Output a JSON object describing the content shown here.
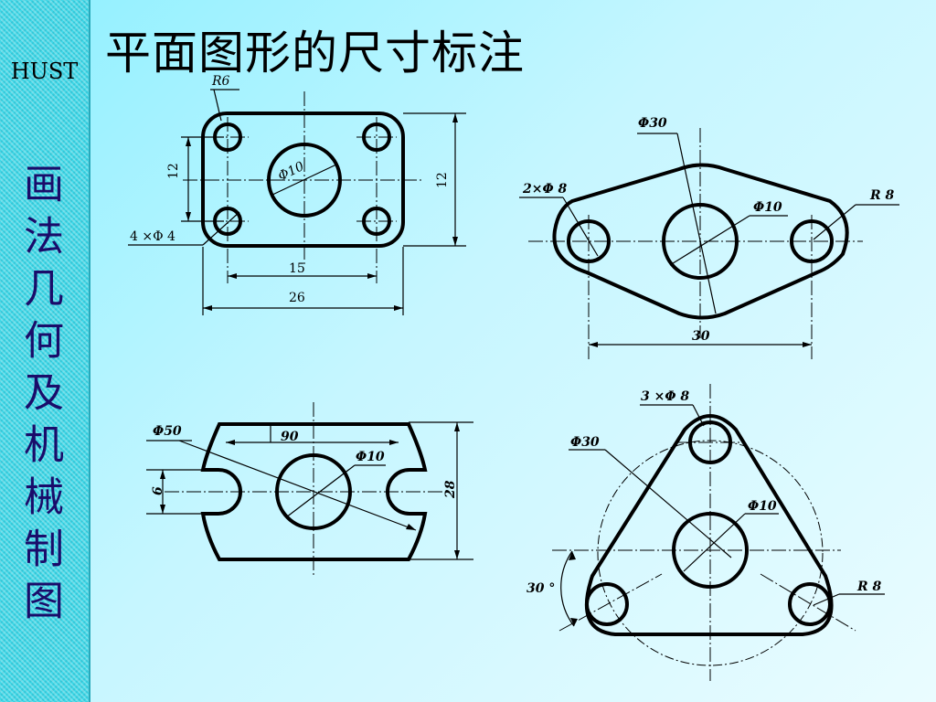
{
  "sidebar": {
    "logo_text": "HUST",
    "course_title": "画法几何及机械制图"
  },
  "slide": {
    "title": "平面图形的尺寸标注"
  },
  "figures": {
    "plate": {
      "r6": "R6",
      "phi10": "Φ10",
      "holes": "4 ×Φ 4",
      "dim_12_left": "12",
      "dim_12_right": "12",
      "dim_15": "15",
      "dim_26": "26"
    },
    "oval": {
      "phi30": "Φ30",
      "holes": "2×Φ 8",
      "phi10": "Φ10",
      "r8": "R 8",
      "dim_30": "30"
    },
    "slotted": {
      "phi50": "Φ50",
      "dim_90": "90",
      "phi10": "Φ10",
      "dim_6": "6",
      "dim_28": "28"
    },
    "triangle": {
      "holes": "3 ×Φ 8",
      "phi30": "Φ30",
      "phi10": "Φ10",
      "r8": "R 8",
      "angle": "30 °"
    }
  },
  "colors": {
    "sidebar": "#3fd8e8",
    "course_title": "#1a0c6a",
    "background_start": "#8ff0ff",
    "background_end": "#eafcff"
  }
}
